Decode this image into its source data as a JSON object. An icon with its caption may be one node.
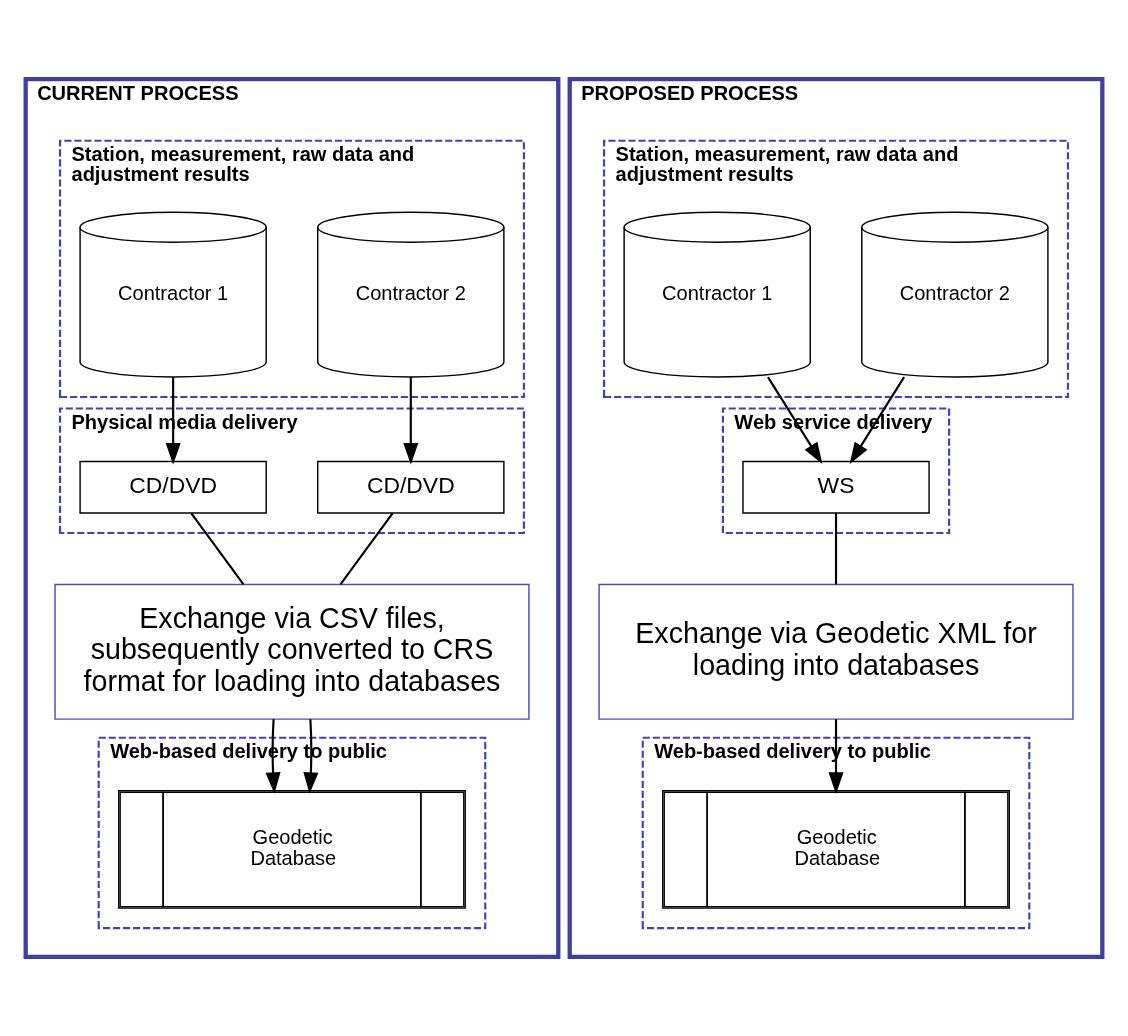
{
  "diagram": {
    "nodes": [
      {
        "text": [
          "CURRENT PROCESS"
        ]
      },
      {
        "text": [
          "Station, measurement, raw data and adjustment results"
        ],
        "in": 0
      },
      {
        "text": [
          "Contractor 1"
        ],
        "in": 1
      },
      {
        "text": [
          "Contractor 2"
        ],
        "in": 1
      },
      {
        "text": [
          "Physical media delivery"
        ],
        "in": 0
      },
      {
        "text": [
          "CD/DVD"
        ],
        "in": 4
      },
      {
        "text": [
          "CD/DVD"
        ],
        "in": 4
      },
      {
        "text": [
          "Exchange via CSV files, subsequently converted to CRS format for loading into databases"
        ],
        "in": 0
      },
      {
        "text": [
          "Web-based delivery to public"
        ],
        "in": 0
      },
      {
        "text": [
          "Geodetic Database"
        ],
        "in": 8
      },
      {
        "text": [
          "PROPOSED PROCESS"
        ]
      },
      {
        "text": [
          "Station, measurement, raw data and adjustment results"
        ],
        "in": 10
      },
      {
        "text": [
          "Contractor 1"
        ],
        "in": 11
      },
      {
        "text": [
          "Contractor 2"
        ],
        "in": 11
      },
      {
        "text": [
          "Web service delivery"
        ],
        "in": 10
      },
      {
        "text": [
          "WS"
        ],
        "in": 14
      },
      {
        "text": [
          "Exchange via Geodetic XML for loading into databases"
        ],
        "in": 10
      },
      {
        "text": [
          "Web-based delivery to public"
        ],
        "in": 10
      },
      {
        "text": [
          "Geodetic Database"
        ],
        "in": 17
      }
    ],
    "edges": [
      {
        "from": 2,
        "to": 5,
        "arrow": "to"
      },
      {
        "from": 3,
        "to": 6,
        "arrow": "to"
      },
      {
        "from": 5,
        "to": 7,
        "arrow": "none"
      },
      {
        "from": 6,
        "to": 7,
        "arrow": "none"
      },
      {
        "from": 7,
        "to": 9,
        "arrow": "to"
      },
      {
        "from": 7,
        "to": 9,
        "arrow": "to"
      },
      {
        "from": 12,
        "to": 15,
        "arrow": "to"
      },
      {
        "from": 13,
        "to": 15,
        "arrow": "to"
      },
      {
        "from": 15,
        "to": 16,
        "arrow": "none"
      },
      {
        "from": 16,
        "to": 18,
        "arrow": "to"
      }
    ]
  }
}
